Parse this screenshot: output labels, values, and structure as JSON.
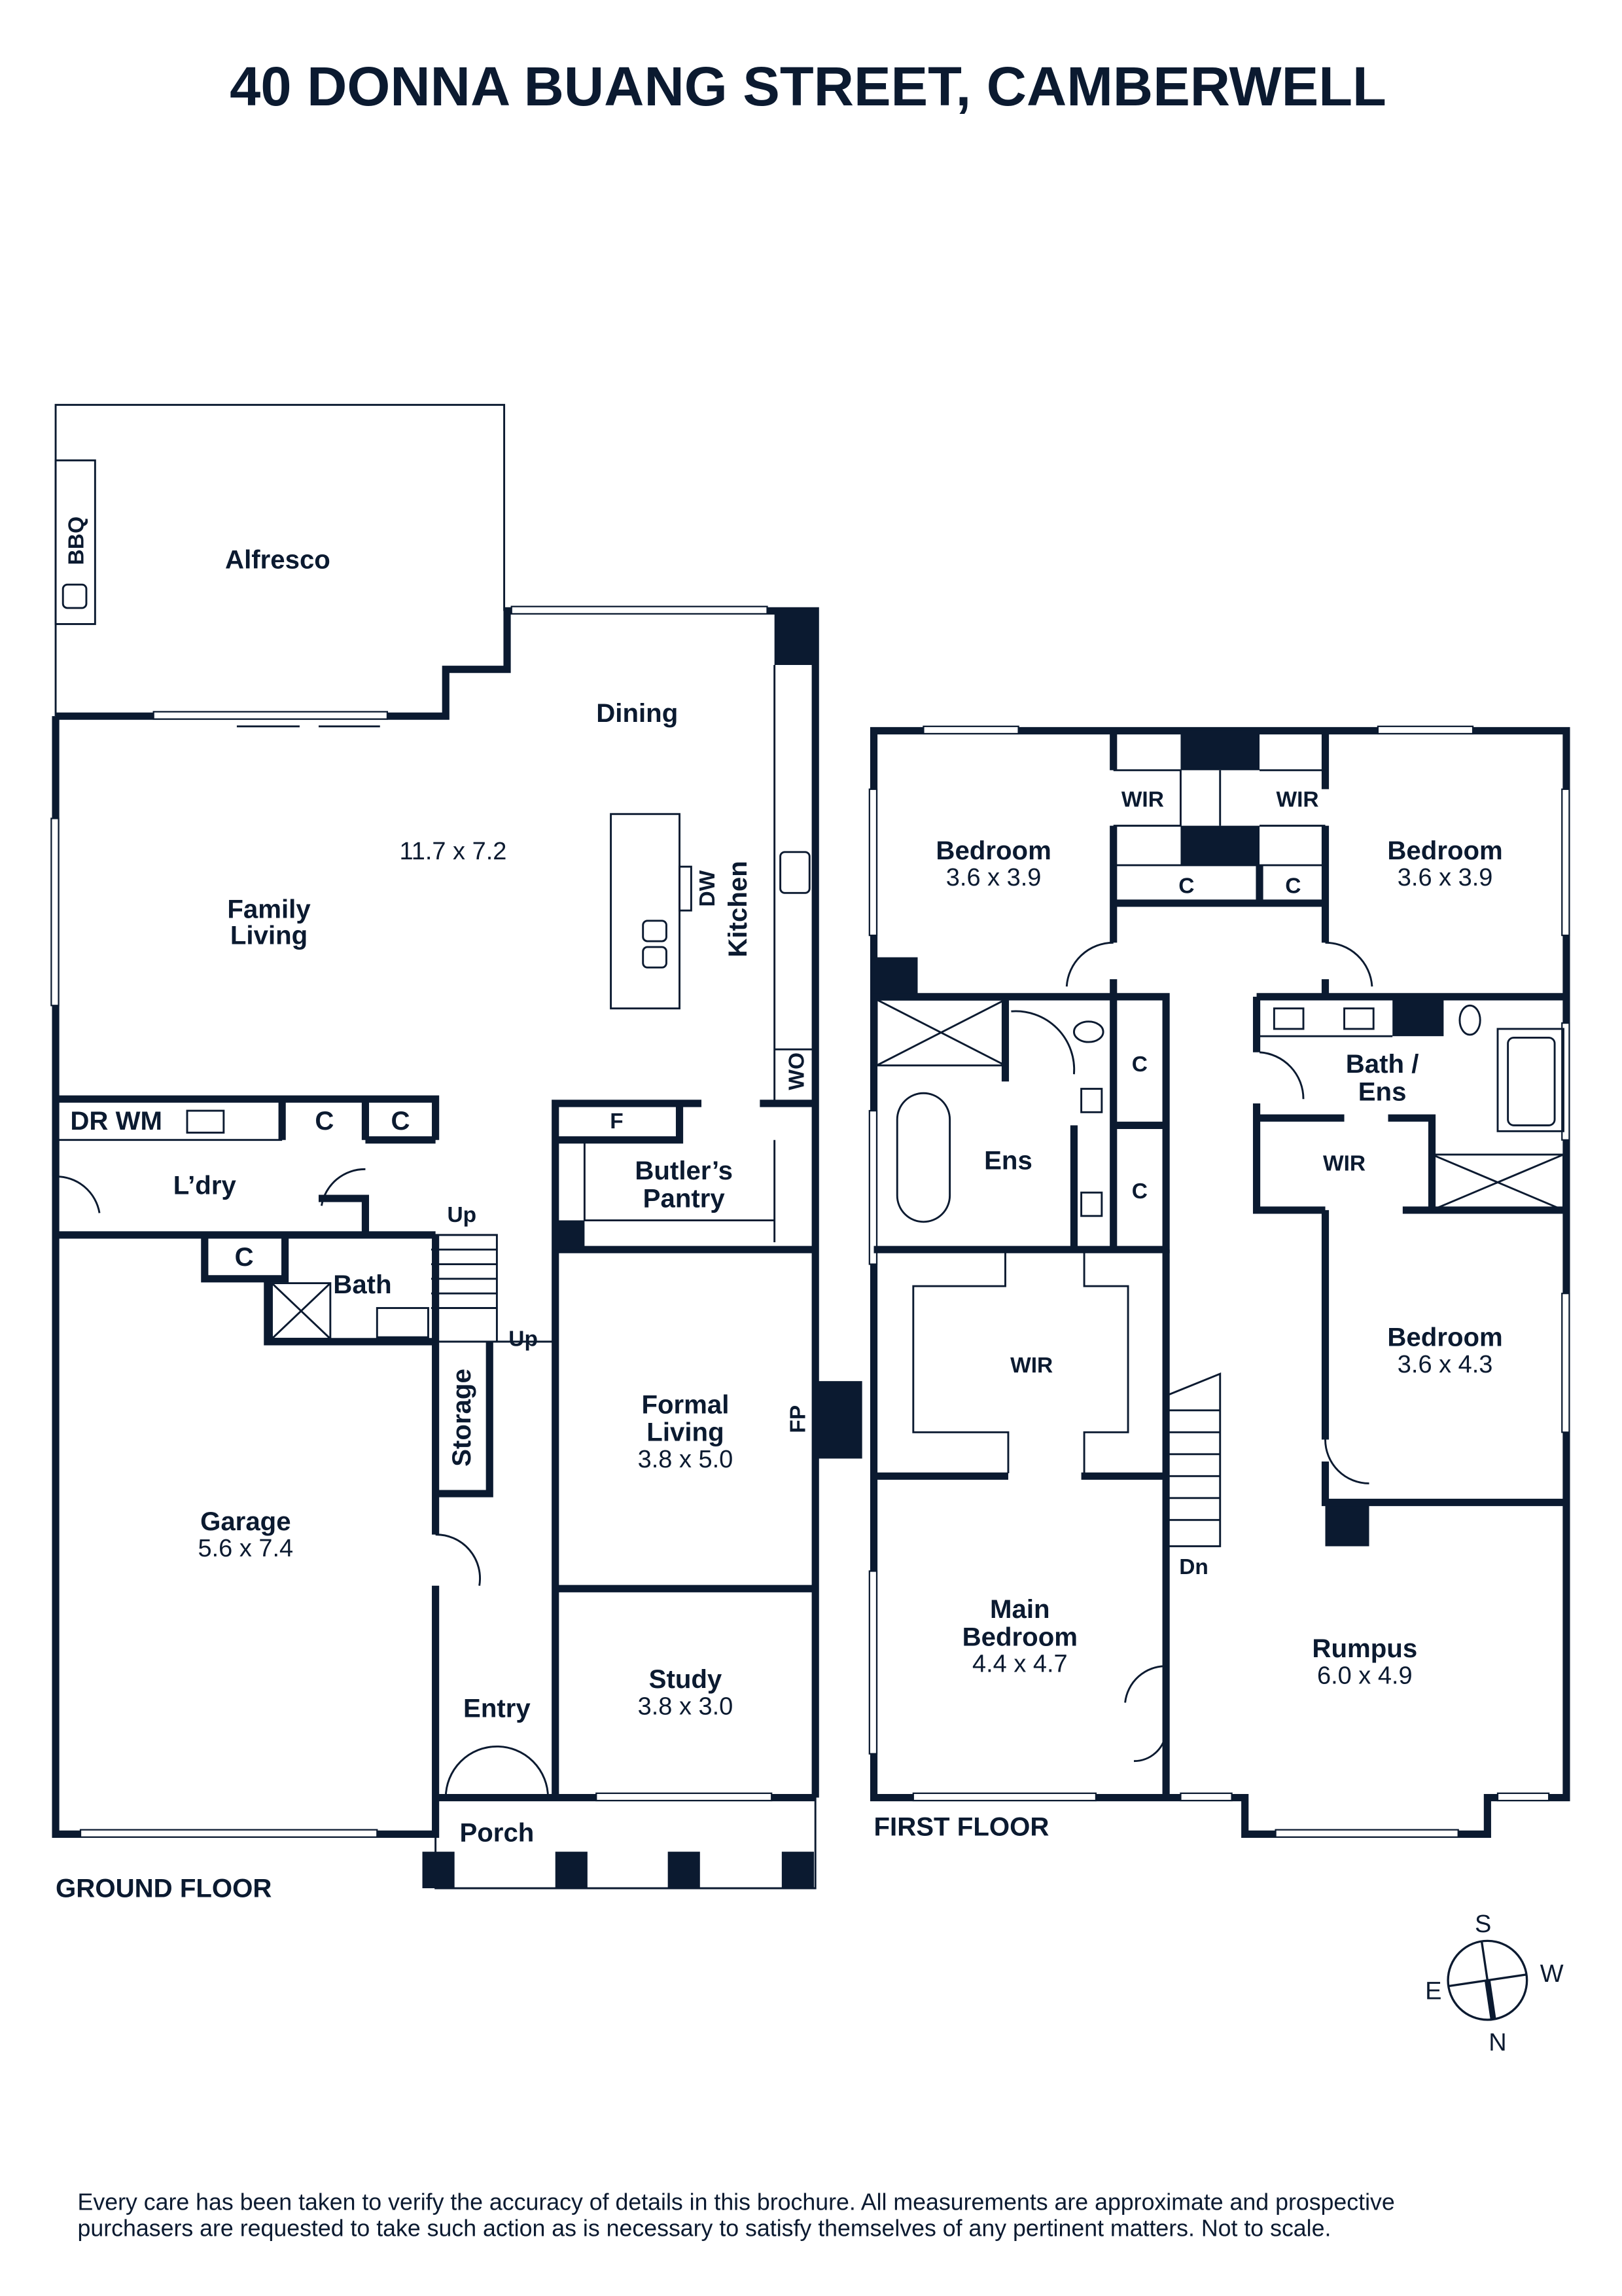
{
  "title": "40 DONNA BUANG STREET, CAMBERWELL",
  "ground_floor": {
    "label": "GROUND FLOOR",
    "rooms": {
      "alfresco": "Alfresco",
      "bbq": "BBQ",
      "dining": "Dining",
      "family_living_1": "Family",
      "family_living_2": "Living",
      "family_dim": "11.7 x 7.2",
      "kitchen": "Kitchen",
      "dw": "DW",
      "wo": "WO",
      "dr_wm": "DR WM",
      "c1": "C",
      "c2": "C",
      "c3": "C",
      "f": "F",
      "laundry": "L’dry",
      "butlers_1": "Butler’s",
      "butlers_2": "Pantry",
      "bath": "Bath",
      "up1": "Up",
      "up2": "Up",
      "storage": "Storage",
      "formal_1": "Formal",
      "formal_2": "Living",
      "formal_dim": "3.8 x 5.0",
      "fp": "FP",
      "garage": "Garage",
      "garage_dim": "5.6 x 7.4",
      "entry": "Entry",
      "study": "Study",
      "study_dim": "3.8 x 3.0",
      "porch": "Porch"
    }
  },
  "first_floor": {
    "label": "FIRST FLOOR",
    "rooms": {
      "bed1": "Bedroom",
      "bed1_dim": "3.6 x 3.9",
      "bed2": "Bedroom",
      "bed2_dim": "3.6 x 3.9",
      "wir1": "WIR",
      "wir2": "WIR",
      "c1": "C",
      "c2": "C",
      "c3": "C",
      "c4": "C",
      "ens": "Ens",
      "bath_ens_1": "Bath /",
      "bath_ens_2": "Ens",
      "wir3": "WIR",
      "wir4": "WIR",
      "bed3": "Bedroom",
      "bed3_dim": "3.6 x 4.3",
      "main_1": "Main",
      "main_2": "Bedroom",
      "main_dim": "4.4 x 4.7",
      "rumpus": "Rumpus",
      "rumpus_dim": "6.0 x 4.9",
      "dn": "Dn"
    }
  },
  "compass": {
    "s": "S",
    "w": "W",
    "e": "E",
    "n": "N"
  },
  "disclaimer_1": "Every care has been taken to verify the accuracy of details in this brochure. All measurements are approximate and prospective",
  "disclaimer_2": "purchasers are requested to take such action as is necessary to satisfy themselves of any pertinent matters. Not to scale."
}
